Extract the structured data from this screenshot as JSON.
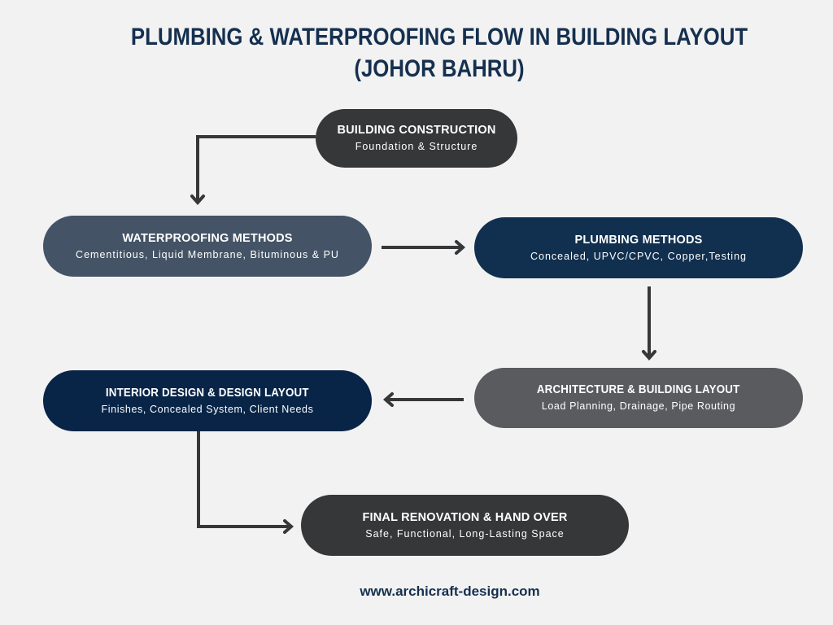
{
  "title": {
    "line1": "PLUMBING & WATERPROOFING FLOW IN BUILDING LAYOUT",
    "line2": "(JOHOR BAHRU)"
  },
  "nodes": [
    {
      "id": "building-construction",
      "title": "BUILDING CONSTRUCTION",
      "subtitle": "Foundation & Structure",
      "color": "#363739"
    },
    {
      "id": "waterproofing-methods",
      "title": "WATERPROOFING METHODS",
      "subtitle": "Cementitious, Liquid Membrane, Bituminous & PU",
      "color": "#445365"
    },
    {
      "id": "plumbing-methods",
      "title": "PLUMBING METHODS",
      "subtitle": "Concealed, UPVC/CPVC, Copper,Testing",
      "color": "#11304f"
    },
    {
      "id": "architecture-building-layout",
      "title": "ARCHITECTURE & BUILDING LAYOUT",
      "subtitle": "Load Planning, Drainage, Pipe Routing",
      "color": "#595b5f"
    },
    {
      "id": "interior-design-layout",
      "title": "INTERIOR DESIGN & DESIGN LAYOUT",
      "subtitle": "Finishes, Concealed System, Client Needs",
      "color": "#082447"
    },
    {
      "id": "final-renovation-handover",
      "title": "FINAL RENOVATION & HAND OVER",
      "subtitle": "Safe, Functional, Long-Lasting Space",
      "color": "#363739"
    }
  ],
  "edges": [
    {
      "from": "building-construction",
      "to": "waterproofing-methods"
    },
    {
      "from": "waterproofing-methods",
      "to": "plumbing-methods"
    },
    {
      "from": "plumbing-methods",
      "to": "architecture-building-layout"
    },
    {
      "from": "architecture-building-layout",
      "to": "interior-design-layout"
    },
    {
      "from": "interior-design-layout",
      "to": "final-renovation-handover"
    }
  ],
  "colors": {
    "background": "#f2f2f2",
    "title": "#15304f",
    "arrow": "#363739"
  },
  "footer": {
    "website": "www.archicraft-design.com"
  }
}
